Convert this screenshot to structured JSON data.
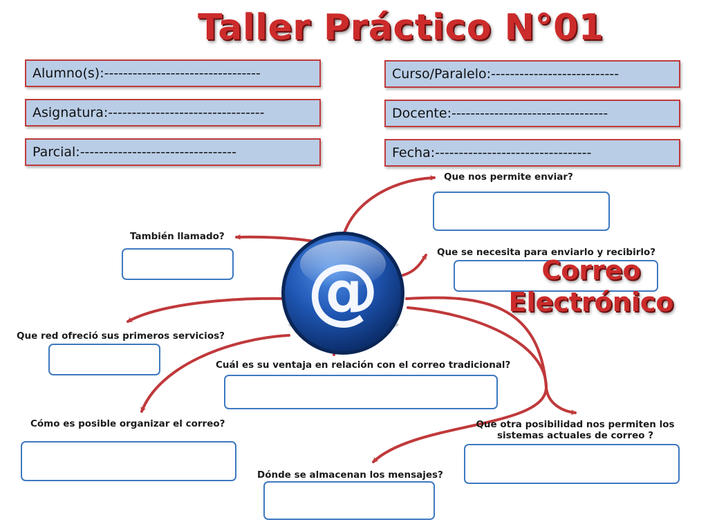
{
  "title": "Taller Práctico N°01",
  "fields": {
    "alumno": "Alumno(s):---------------------------------",
    "asignatura": "Asignatura:---------------------------------",
    "parcial": "Parcial:---------------------------------",
    "curso": "Curso/Paralelo:---------------------------",
    "docente": "Docente:---------------------------------",
    "fecha": "Fecha:---------------------------------"
  },
  "topic": {
    "line1": "Correo",
    "line2": "Electrónico",
    "icon": "at-sign-icon",
    "icon_glyph": "@"
  },
  "questions": {
    "enviar": "Que nos permite enviar?",
    "llamado": "También llamado?",
    "necesita": "Que se necesita para enviarlo  y recibirlo?",
    "red": "Que red ofreció sus primeros servicios?",
    "ventaja": "Cuál es su ventaja en relación con el correo tradicional?",
    "organizar": "Cómo es posible organizar el correo?",
    "otra_line1": "Que otra posibilidad nos permiten los",
    "otra_line2": "sistemas actuales de correo ?",
    "almacenan": "Dónde se almacenan los mensajes?"
  },
  "colors": {
    "accent_red": "#cc2b2b",
    "field_fill": "#b9cde6",
    "field_border": "#c0393b",
    "answer_border": "#3d78c0",
    "arrow": "#c0393b",
    "icon_blue": "#1f56b3"
  }
}
